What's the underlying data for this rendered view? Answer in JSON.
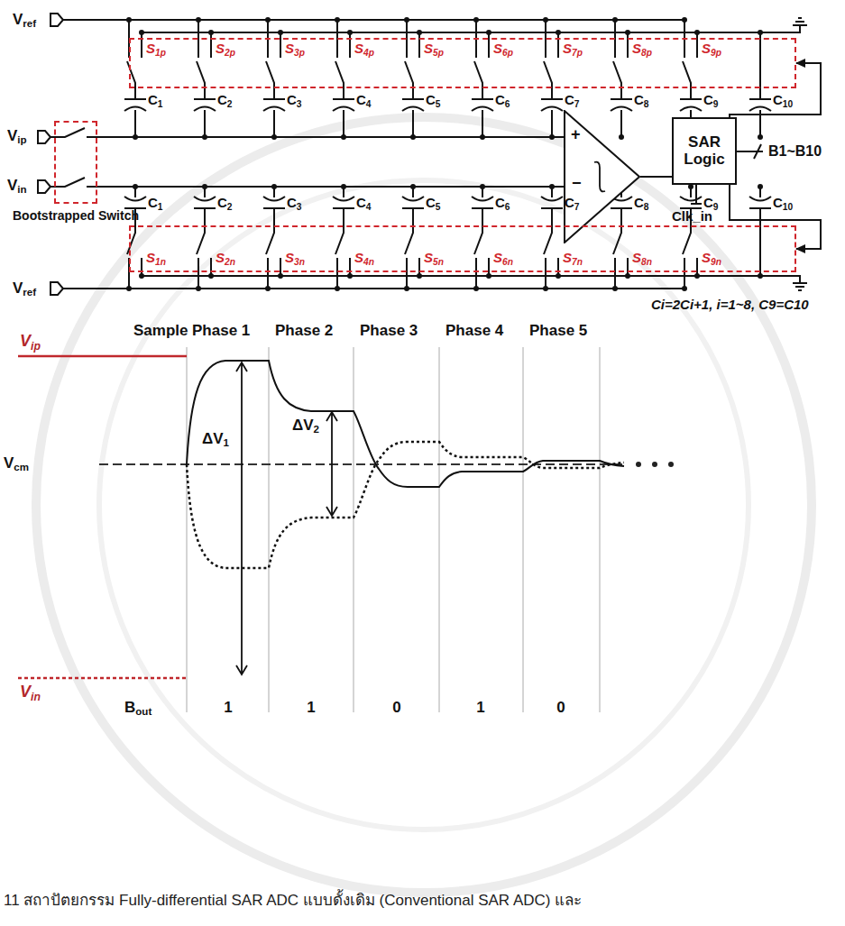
{
  "diagram": {
    "caption": "11 สถาปัตยกรรม Fully-differential SAR ADC แบบดั้งเดิม (Conventional SAR ADC) และ",
    "nodes": [
      {
        "text": [
          "S1p",
          "S2p",
          "S3p",
          "S4p",
          "S5p",
          "S6p",
          "S7p",
          "S8p",
          "S9p"
        ]
      },
      {
        "text": [
          "Bootstrapped Switch"
        ]
      },
      {
        "text": [
          "+",
          "−"
        ]
      },
      {
        "text": [
          "SAR Logic"
        ]
      },
      {
        "text": [
          "S1n",
          "S2n",
          "S3n",
          "S4n",
          "S5n",
          "S6n",
          "S7n",
          "S8n",
          "S9n"
        ]
      }
    ],
    "edges": [
      {
        "from": 1,
        "to": 2,
        "arrow": "none"
      },
      {
        "from": 1,
        "to": 2,
        "arrow": "none"
      },
      {
        "from": 2,
        "to": 3,
        "arrow": "none"
      },
      {
        "from": 3,
        "to": 0,
        "arrow": "to"
      },
      {
        "from": 3,
        "to": 4,
        "arrow": "to"
      }
    ],
    "labels": [
      "Vref",
      "Vip",
      "Vin",
      "C1",
      "C2",
      "C3",
      "C4",
      "C5",
      "C6",
      "C7",
      "C8",
      "C9",
      "C10",
      "C1",
      "C2",
      "C3",
      "C4",
      "C5",
      "C6",
      "C7",
      "C8",
      "C9",
      "C10",
      "Vref",
      "B1~B10",
      "Clk_in",
      "Ci=2Ci+1, i=1~8, C9=C10",
      "Sample",
      "Phase 1",
      "Phase 2",
      "Phase 3",
      "Phase 4",
      "Phase 5",
      "Vip",
      "Vcm",
      "ΔV1",
      "ΔV2",
      "Vin",
      "Bout",
      "1",
      "1",
      "0",
      "1",
      "0"
    ]
  }
}
